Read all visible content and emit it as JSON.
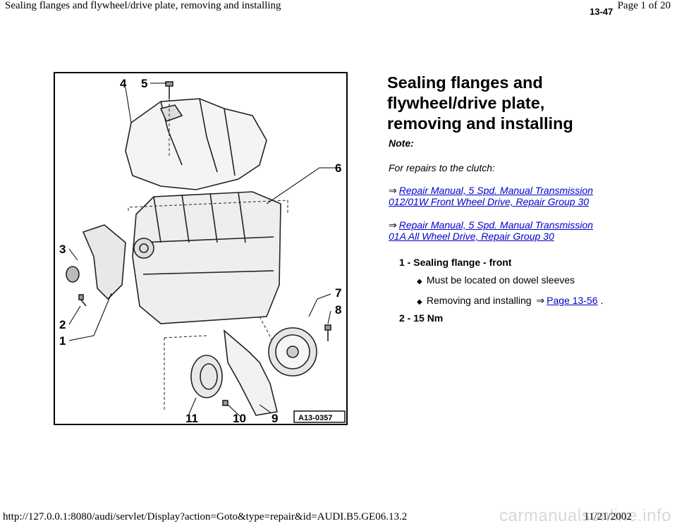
{
  "header": {
    "title": "Sealing flanges and flywheel/drive plate, removing and installing",
    "page": "Page 1 of 20"
  },
  "page_number": "13-47",
  "figure": {
    "id": "A13-0357",
    "labels": [
      "1",
      "2",
      "3",
      "4",
      "5",
      "6",
      "7",
      "8",
      "9",
      "10",
      "11"
    ]
  },
  "title": "Sealing flanges and flywheel/drive plate, removing and installing",
  "note_label": "Note:",
  "note_text": "For repairs to the clutch:",
  "refs": [
    {
      "line1": "Repair Manual, 5 Spd. Manual Transmission",
      "line2": "012/01W Front Wheel Drive, Repair Group 30"
    },
    {
      "line1": "Repair Manual, 5 Spd. Manual Transmission",
      "line2": "01A All Wheel Drive, Repair Group 30"
    }
  ],
  "arrow": "⇒",
  "items": [
    {
      "label": "1 - Sealing flange - front",
      "bullets": [
        "Must be located on dowel sleeves",
        "Removing and installing"
      ],
      "link": "Page 13-56",
      "link_suffix": "."
    },
    {
      "label": "2 - 15 Nm"
    }
  ],
  "footer": {
    "url": "http://127.0.0.1:8080/audi/servlet/Display?action=Goto&type=repair&id=AUDI.B5.GE06.13.2",
    "date": "11/21/2002",
    "watermark": "carmanualsonline.info"
  }
}
